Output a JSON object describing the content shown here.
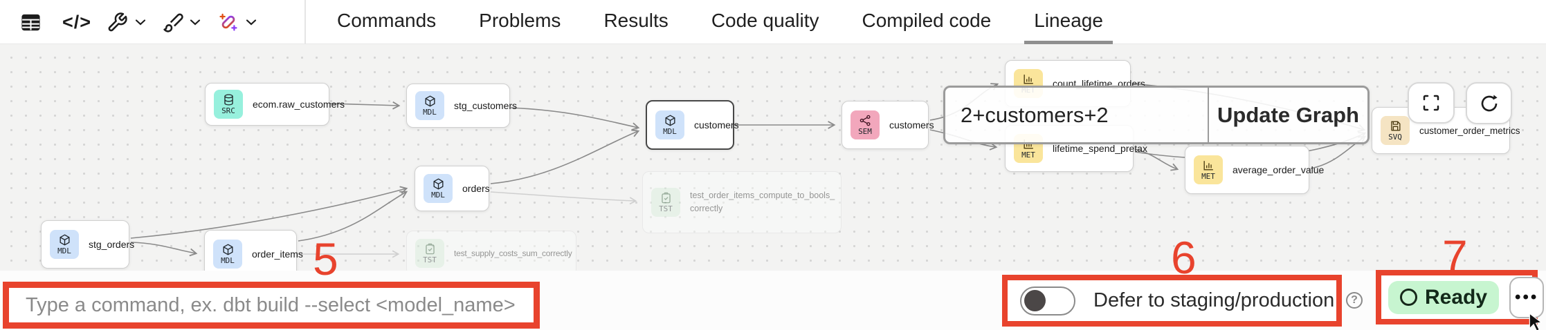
{
  "toolbar": {
    "code_glyph": "</>",
    "icons": [
      "table",
      "code",
      "wrench",
      "brush",
      "ai-wand"
    ]
  },
  "tabs": {
    "items": [
      {
        "label": "Commands"
      },
      {
        "label": "Problems"
      },
      {
        "label": "Results"
      },
      {
        "label": "Code quality"
      },
      {
        "label": "Compiled code"
      },
      {
        "label": "Lineage"
      }
    ],
    "active": "Lineage"
  },
  "lineage": {
    "selector": {
      "value": "2+customers+2",
      "update_button": "Update Graph"
    },
    "nodes": [
      {
        "badge": "SRC",
        "label": "ecom.raw_customers"
      },
      {
        "badge": "MDL",
        "label": "stg_customers"
      },
      {
        "badge": "MDL",
        "label": "customers",
        "selected": true
      },
      {
        "badge": "SEM",
        "label": "customers"
      },
      {
        "badge": "MET",
        "label": "count_lifetime_orders"
      },
      {
        "badge": "MET",
        "label": "lifetime_spend_pretax"
      },
      {
        "badge": "MDL",
        "label": "orders"
      },
      {
        "badge": "TST",
        "label": "test_order_items_compute_to_bools_correctly"
      },
      {
        "badge": "MDL",
        "label": "stg_orders"
      },
      {
        "badge": "MDL",
        "label": "order_items"
      },
      {
        "badge": "TST",
        "label": "test_supply_costs_sum_correctly"
      },
      {
        "badge": "MET",
        "label": "average_order_value"
      },
      {
        "badge": "SVQ",
        "label": "customer_order_metrics"
      }
    ],
    "badge_colors": {
      "SRC": "#97f0dd",
      "MDL": "#cfe2fa",
      "SEM": "#f2a7bc",
      "MET": "#fae59b",
      "SVQ": "#f5e4c3",
      "TST": "#d9f0dd"
    }
  },
  "bottom_bar": {
    "command_input_placeholder": "Type a command, ex. dbt build --select <model_name>",
    "defer_toggle_label": "Defer to staging/production",
    "defer_toggle_state": "off",
    "help_label": "?",
    "status_label": "Ready",
    "more_label": "•••"
  },
  "annotations": {
    "color": "#e8432d",
    "items": [
      {
        "number": "5"
      },
      {
        "number": "6"
      },
      {
        "number": "7"
      }
    ]
  }
}
